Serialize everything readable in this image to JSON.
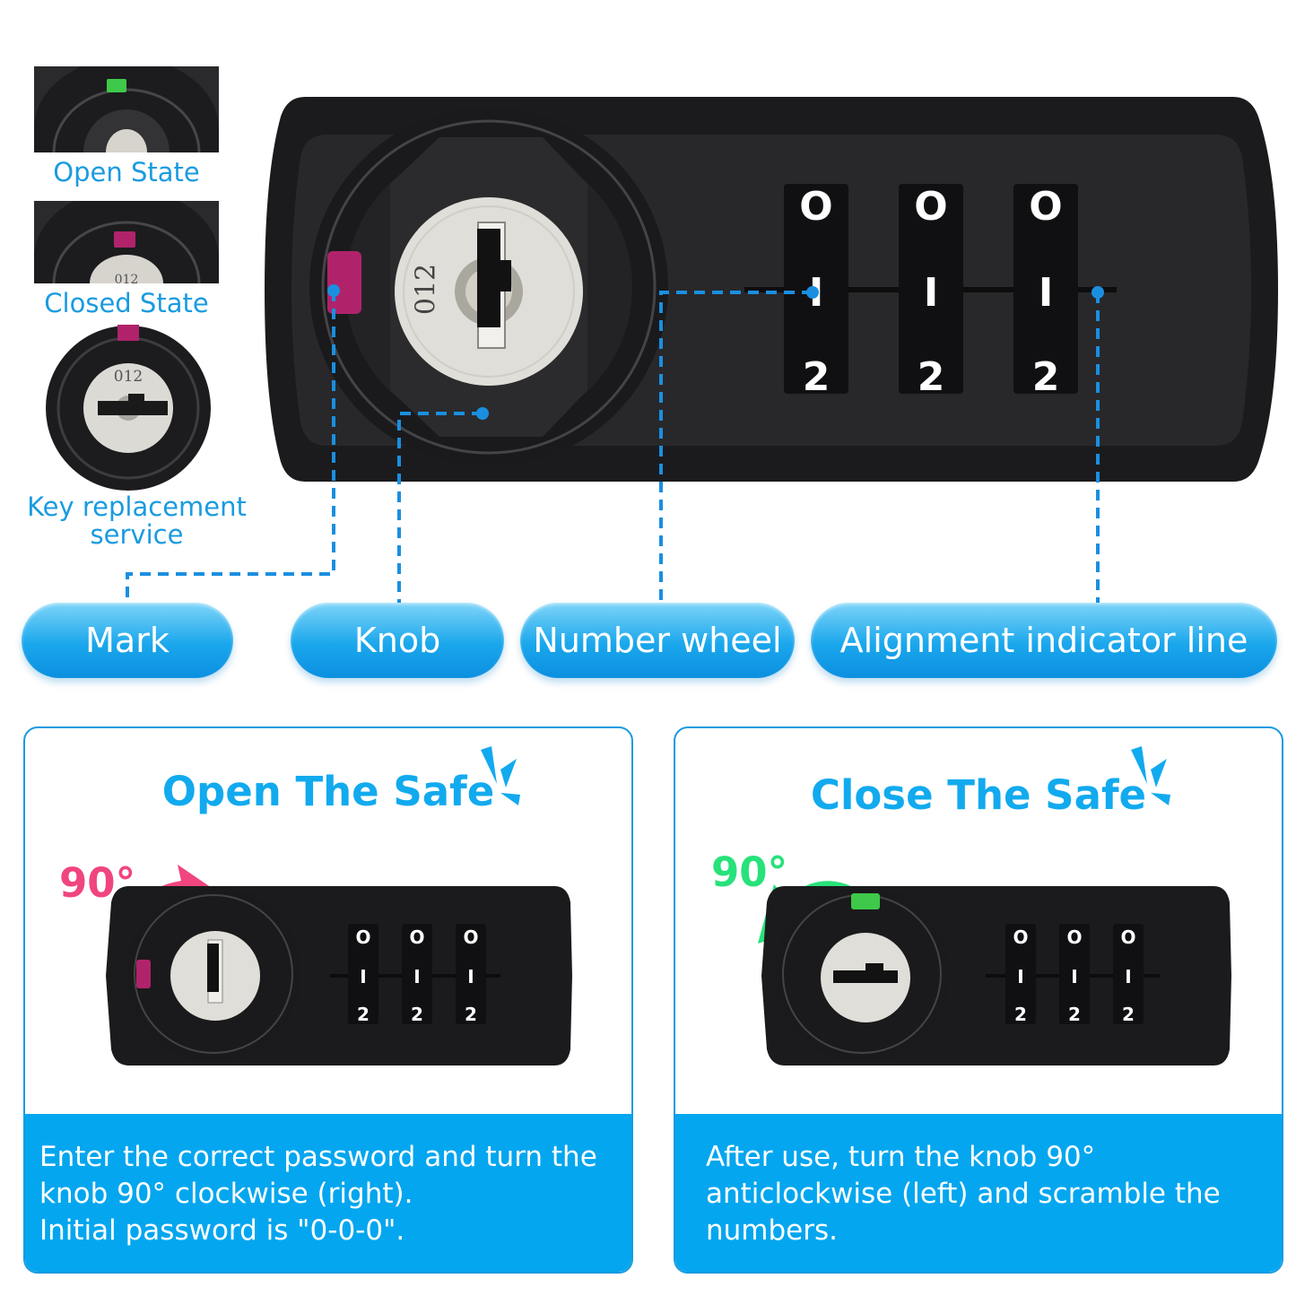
{
  "thumbnails": {
    "open_caption": "Open State",
    "closed_caption": "Closed State",
    "key_caption": "Key replacement service",
    "key_digits": "012"
  },
  "lock": {
    "key_digits": "012",
    "wheels": [
      {
        "top": "O",
        "mid": "I",
        "bottom": "2"
      },
      {
        "top": "O",
        "mid": "I",
        "bottom": "2"
      },
      {
        "top": "O",
        "mid": "I",
        "bottom": "2"
      }
    ]
  },
  "labels": {
    "mark": "Mark",
    "knob": "Knob",
    "number_wheel": "Number wheel",
    "alignment": "Alignment indicator line"
  },
  "open_panel": {
    "title": "Open The Safe",
    "angle": "90°",
    "desc_lines": [
      "Enter the correct password and turn the",
      "knob 90° clockwise (right).",
      "Initial password is \"0-0-0\"."
    ]
  },
  "close_panel": {
    "title": "Close The Safe",
    "angle": "90°",
    "desc_lines": [
      "After use, turn the knob 90°",
      "anticlockwise (left) and scramble the",
      "numbers."
    ]
  },
  "colors": {
    "accent": "#12aaee",
    "open_arrow": "#f0457e",
    "close_arrow": "#27e27a",
    "mark_closed": "#b0236b",
    "mark_open": "#3ec94a"
  }
}
